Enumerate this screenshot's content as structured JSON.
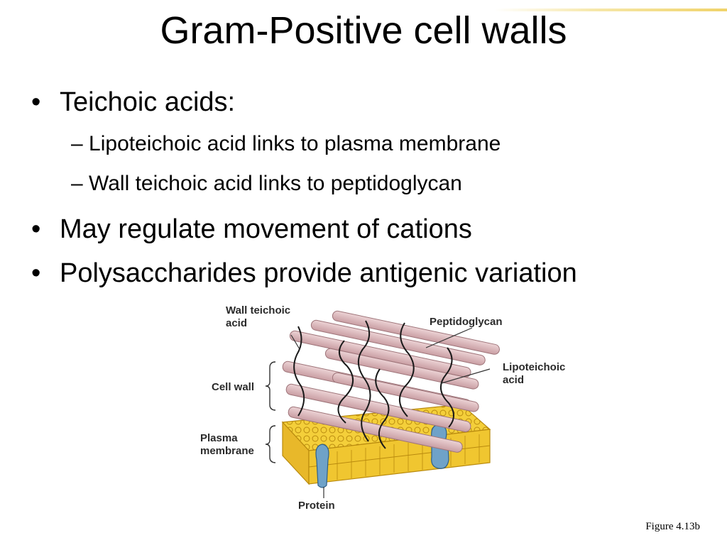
{
  "slide": {
    "title": "Gram-Positive cell walls",
    "bullets": [
      {
        "text": "Teichoic acids:",
        "sub": [
          "Lipoteichoic acid links to plasma membrane",
          "Wall teichoic acid links to peptidoglycan"
        ]
      },
      {
        "text": "May regulate movement of cations"
      },
      {
        "text": "Polysaccharides provide antigenic variation"
      }
    ],
    "bullet_symbol": "•",
    "sub_bullet_symbol": "–"
  },
  "figure": {
    "labels": {
      "wall_teichoic_acid": [
        "Wall teichoic",
        "acid"
      ],
      "peptidoglycan": "Peptidoglycan",
      "lipoteichoic_acid": [
        "Lipoteichoic",
        "acid"
      ],
      "cell_wall": "Cell wall",
      "plasma_membrane": [
        "Plasma",
        "membrane"
      ],
      "protein": "Protein"
    },
    "caption": "Figure 4.13b",
    "colors": {
      "rod": "#d7b4b8",
      "rod_dark": "#b58c92",
      "membrane": "#f2c832",
      "membrane_dark": "#c99a12",
      "protein": "#6fa2c8",
      "strand": "#1a1a1a"
    }
  }
}
